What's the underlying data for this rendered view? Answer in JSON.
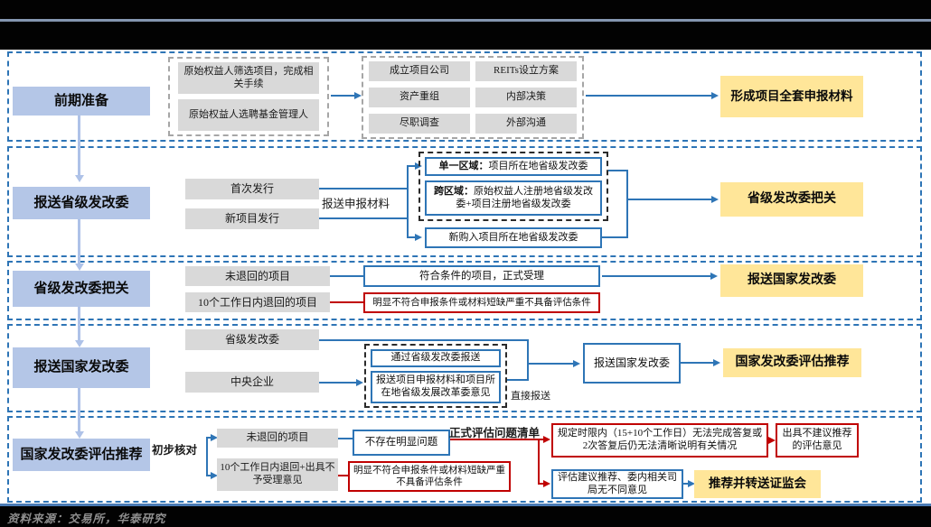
{
  "colors": {
    "row_border": "#2E75B6",
    "stage_fill": "#B4C6E7",
    "gray_fill": "#D9D9D9",
    "yellow_fill": "#FFE699",
    "blue_line": "#2E75B6",
    "red_line": "#C00000",
    "light_arrow": "#AEC2E8",
    "top_rule": "#8496B0",
    "bottom_rule": "#4B7BB5"
  },
  "stages": [
    "前期准备",
    "报送省级发改委",
    "省级发改委把关",
    "报送国家发改委",
    "国家发改委评估推荐"
  ],
  "row1": {
    "group1": [
      "原始权益人筛选项目，完成相关手续",
      "原始权益人选聘基金管理人"
    ],
    "group2_col1": [
      "成立项目公司",
      "资产重组",
      "尽职调查"
    ],
    "group2_col2": [
      "REITs设立方案",
      "内部决策",
      "外部沟通"
    ],
    "outcome": "形成项目全套申报材料"
  },
  "row2": {
    "sources": [
      "首次发行",
      "新项目发行"
    ],
    "arrow_label": "报送申报材料",
    "single_region_prefix": "单一区域：",
    "single_region": "项目所在地省级发改委",
    "cross_region_prefix": "跨区域：",
    "cross_region": "原始权益人注册地省级发改委+项目注册地省级发改委",
    "new_purchase": "新购入项目所在地省级发改委",
    "outcome": "省级发改委把关"
  },
  "row3": {
    "sources": [
      "未退回的项目",
      "10个工作日内退回的项目"
    ],
    "accepted": "符合条件的项目，正式受理",
    "rejected": "明显不符合申报条件或材料短缺严重不具备评估条件",
    "outcome": "报送国家发改委"
  },
  "row4": {
    "sources": [
      "省级发改委",
      "中央企业"
    ],
    "via_provincial": "通过省级发改委报送",
    "materials": "报送项目申报材料和项目所在地省级发展改革委意见",
    "direct_label": "直接报送",
    "submit_box": "报送国家发改委",
    "outcome": "国家发改委评估推荐"
  },
  "row5": {
    "initial_check_label": "初步核对",
    "sources": [
      "未退回的项目",
      "10个工作日内退回+出具不予受理意见"
    ],
    "no_issue": "不存在明显问题",
    "rejected": "明显不符合申报条件或材料短缺严重不具备评估条件",
    "issue_list_label": "正式评估问题清单",
    "fail_condition": "规定时限内（15+10个工作日）无法完成答复或2次答复后仍无法清晰说明有关情况",
    "fail_outcome": "出具不建议推荐的评估意见",
    "pass_condition": "评估建议推荐、委内相关司局无不同意见",
    "outcome": "推荐并转送证监会"
  },
  "footer": {
    "source": "资料来源：交易所，华泰研究"
  }
}
